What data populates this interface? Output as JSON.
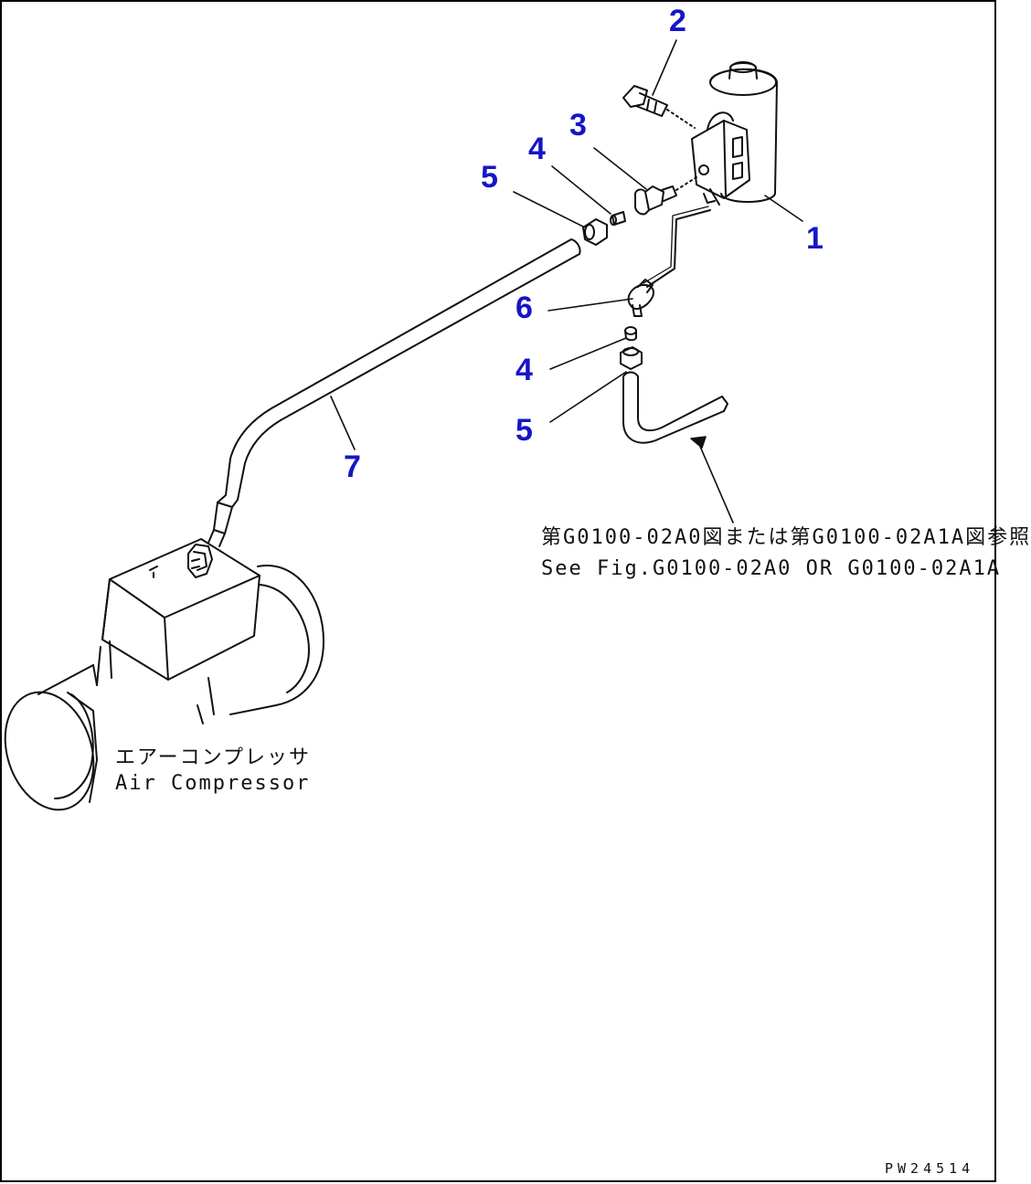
{
  "callouts": [
    "1",
    "2",
    "3",
    "4",
    "5",
    "6",
    "4",
    "5",
    "7"
  ],
  "reference_note": {
    "ja": "第G0100-02A0図または第G0100-02A1A図参照",
    "en": "See Fig.G0100-02A0 OR G0100-02A1A"
  },
  "compressor_label": {
    "ja": "エアーコンプレッサ",
    "en": "Air Compressor"
  },
  "drawing_number": "PW24514",
  "colors": {
    "callout": "#1515c8",
    "line": "#111111",
    "background": "#ffffff"
  }
}
